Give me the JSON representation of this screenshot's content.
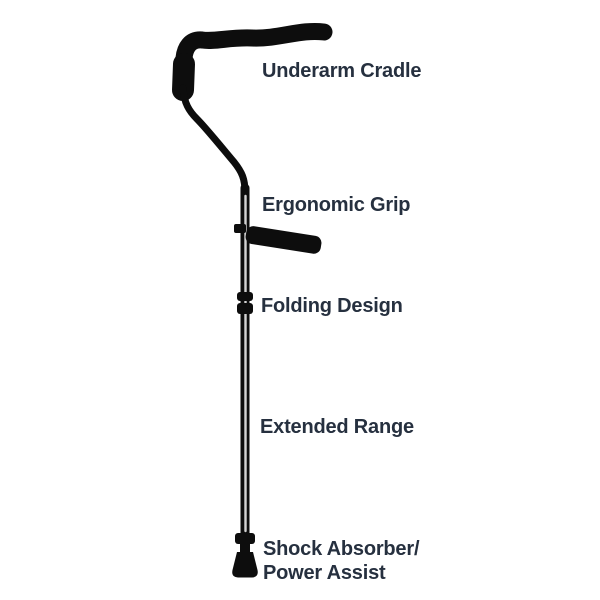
{
  "diagram": {
    "labels": {
      "underarm_cradle": "Underarm Cradle",
      "ergonomic_grip": "Ergonomic Grip",
      "folding_design": "Folding Design",
      "extended_range": "Extended Range",
      "shock_absorber": "Shock Absorber/\nPower Assist"
    },
    "colors": {
      "background": "#ffffff",
      "cane": "#0d0d0d",
      "label_text": "#26303f"
    }
  }
}
